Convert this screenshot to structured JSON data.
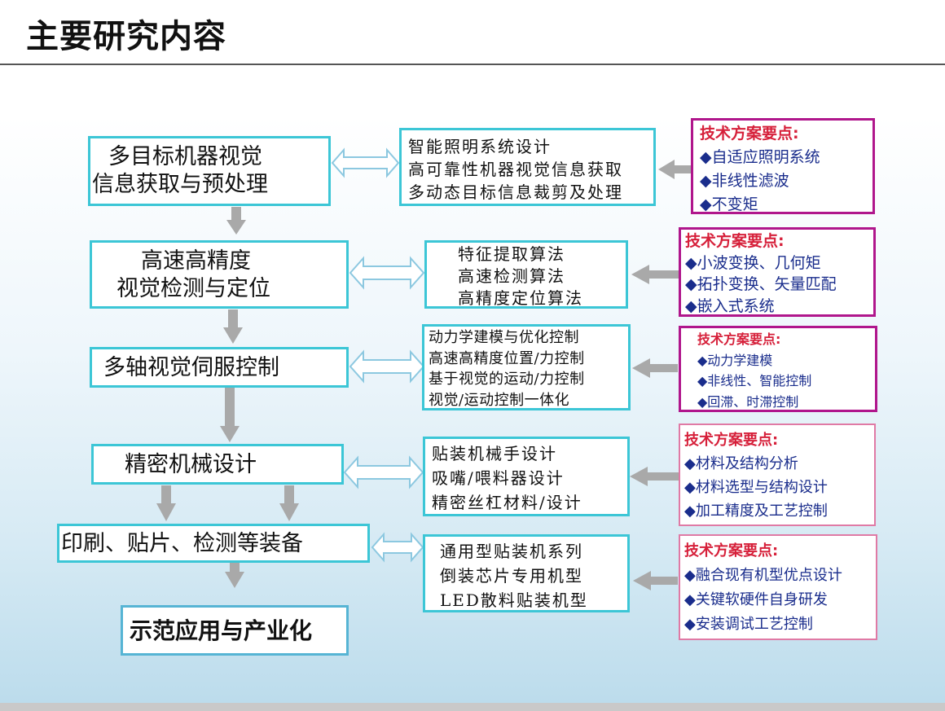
{
  "title": "主要研究内容",
  "diagram": {
    "main_steps": [
      {
        "lines": [
          "多目标机器视觉",
          "信息获取与预处理"
        ]
      },
      {
        "lines": [
          "高速高精度",
          "视觉检测与定位"
        ]
      },
      {
        "lines": [
          "多轴视觉伺服控制"
        ]
      },
      {
        "lines": [
          "精密机械设计"
        ]
      },
      {
        "lines": [
          "印刷、贴片、检测等装备"
        ]
      },
      {
        "lines": [
          "示范应用与产业化"
        ]
      }
    ],
    "research_items": [
      [
        "智能照明系统设计",
        "高可靠性机器视觉信息获取",
        "多动态目标信息裁剪及处理"
      ],
      [
        "特征提取算法",
        "高速检测算法",
        "高精度定位算法"
      ],
      [
        "动力学建模与优化控制",
        "高速高精度位置/力控制",
        "基于视觉的运动/力控制",
        "视觉/运动控制一体化"
      ],
      [
        "贴装机械手设计",
        "吸嘴/喂料器设计",
        "精密丝杠材料/设计"
      ],
      [
        "通用型贴装机系列",
        "倒装芯片专用机型",
        "LED散料贴装机型"
      ]
    ],
    "tech_points": [
      {
        "heading": "技术方案要点:",
        "items": [
          "◆自适应照明系统",
          "◆非线性滤波",
          "◆不变矩"
        ]
      },
      {
        "heading": "技术方案要点:",
        "items": [
          "◆小波变换、几何矩",
          "◆拓扑变换、矢量匹配",
          "◆嵌入式系统"
        ]
      },
      {
        "heading": "技术方案要点:",
        "items": [
          "◆动力学建模",
          "◆非线性、智能控制",
          "◆回滞、时滞控制"
        ]
      },
      {
        "heading": "技术方案要点:",
        "items": [
          "◆材料及结构分析",
          "◆材料选型与结构设计",
          "◆加工精度及工艺控制"
        ]
      },
      {
        "heading": "技术方案要点:",
        "items": [
          "◆融合现有机型优点设计",
          "◆关键软硬件自身研发",
          "◆安装调试工艺控制"
        ]
      }
    ],
    "colors": {
      "main_border": "#3cc6d6",
      "tech_border_1": "#b0168c",
      "tech_border_2": "#e07aa5",
      "tech_heading": "#d6203a",
      "tech_text": "#1a2d8c",
      "arrow_gray": "#a9a9a9"
    }
  }
}
